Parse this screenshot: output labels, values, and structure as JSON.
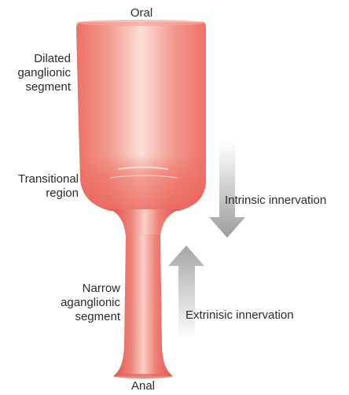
{
  "labels": {
    "oral": "Oral",
    "anal": "Anal",
    "dilated": [
      "Dilated",
      "ganglionic",
      "segment"
    ],
    "transitional": [
      "Transitional",
      "region"
    ],
    "narrow": [
      "Narrow",
      "aganglionic",
      "segment"
    ],
    "intrinsic": "Intrinsic innervation",
    "extrinsic": "Extrinisic innervation"
  },
  "arrows": {
    "intrinsic": {
      "direction": "down",
      "color": "#a7a7a7"
    },
    "extrinsic": {
      "direction": "up",
      "color": "#b4b4b4"
    }
  },
  "colors": {
    "segment_edge": "#ee6b63",
    "segment_center": "#fbe0d8",
    "transition_band": "#ec6e62",
    "narrow_edge": "#e0504d",
    "narrow_center": "#f8cfc6"
  }
}
